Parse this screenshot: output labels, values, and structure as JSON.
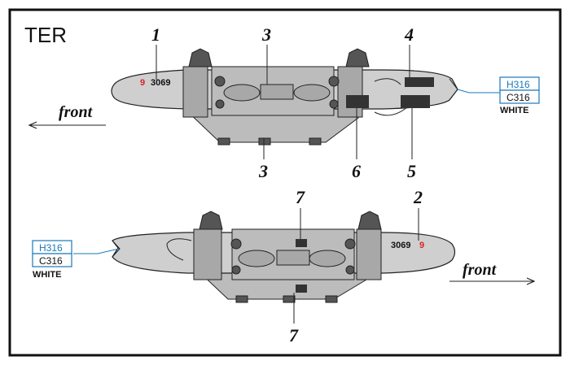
{
  "title": "TER",
  "callouts_top": [
    "1",
    "3",
    "4",
    "3",
    "6",
    "5"
  ],
  "callouts_bottom": [
    "7",
    "2",
    "7"
  ],
  "front_label": "front",
  "stencil": {
    "number": "3069",
    "red_digit": "9"
  },
  "color_codes": {
    "h": "H316",
    "c": "C316",
    "name": "WHITE"
  },
  "colors": {
    "blue": "#1a78b8",
    "red": "#d22222",
    "body": "#cfcfcf"
  }
}
